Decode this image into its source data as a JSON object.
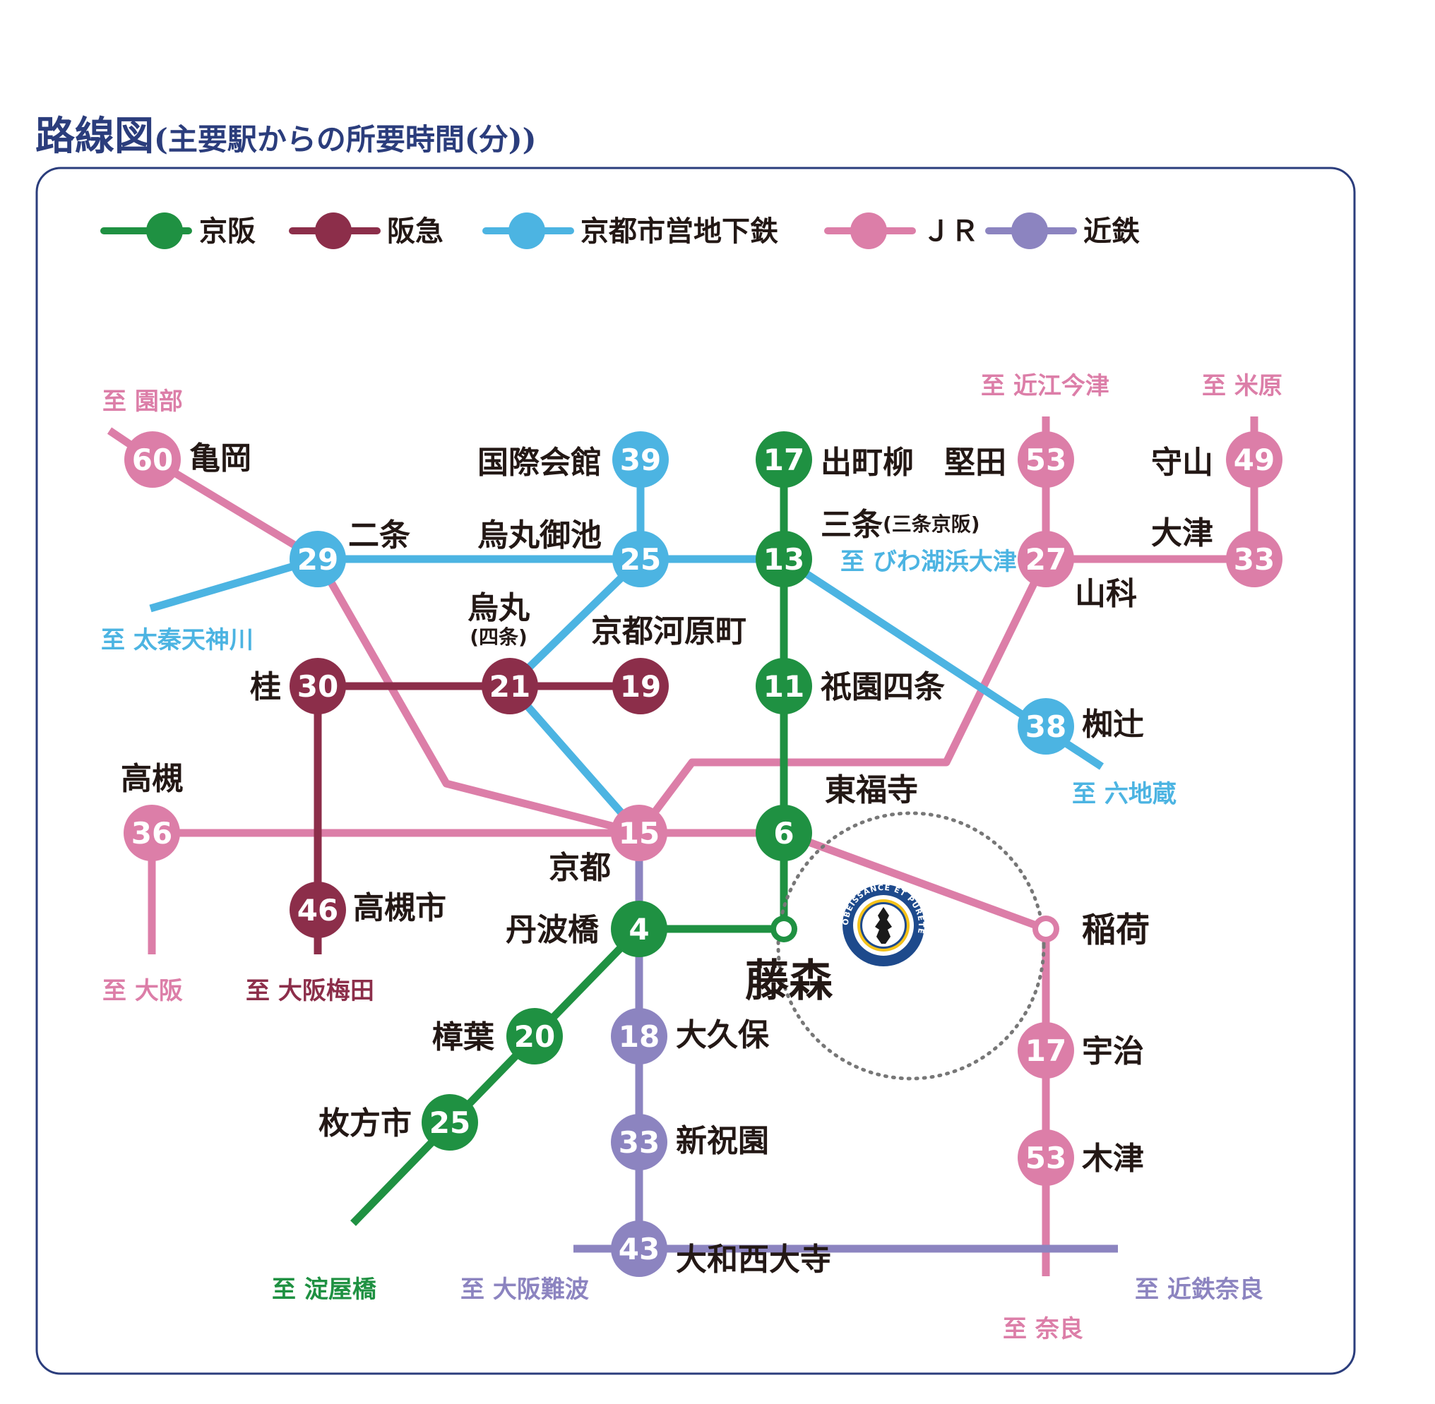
{
  "title": {
    "main": "路線図",
    "sub": "(主要駅からの所要時間(分))"
  },
  "colors": {
    "keihan": "#1f9142",
    "hankyu": "#8c2e4a",
    "subway": "#4cb4e2",
    "jr": "#dc7ea8",
    "kintetsu": "#8c84c0",
    "frame": "#2b3d7c",
    "text": "#231815"
  },
  "legend": [
    {
      "line": "keihan",
      "label": "京阪"
    },
    {
      "line": "hankyu",
      "label": "阪急"
    },
    {
      "line": "subway",
      "label": "京都市営地下鉄"
    },
    {
      "line": "jr",
      "label": "ＪＲ"
    },
    {
      "line": "kintetsu",
      "label": "近鉄"
    }
  ],
  "stations": [
    {
      "name": "亀岡",
      "minutes": "60",
      "line": "jr"
    },
    {
      "name": "二条",
      "minutes": "29",
      "line": "subway"
    },
    {
      "name": "国際会館",
      "minutes": "39",
      "line": "subway"
    },
    {
      "name": "烏丸御池",
      "minutes": "25",
      "line": "subway"
    },
    {
      "name": "出町柳",
      "minutes": "17",
      "line": "keihan"
    },
    {
      "name": "三条",
      "name_note": "(三条京阪)",
      "minutes": "13",
      "line": "keihan"
    },
    {
      "name": "堅田",
      "minutes": "53",
      "line": "jr"
    },
    {
      "name": "山科",
      "minutes": "27",
      "line": "jr"
    },
    {
      "name": "守山",
      "minutes": "49",
      "line": "jr"
    },
    {
      "name": "大津",
      "minutes": "33",
      "line": "jr"
    },
    {
      "name": "桂",
      "minutes": "30",
      "line": "hankyu"
    },
    {
      "name": "烏丸",
      "name_note": "(四条)",
      "minutes": "21",
      "line": "hankyu"
    },
    {
      "name": "京都河原町",
      "minutes": "19",
      "line": "hankyu"
    },
    {
      "name": "祇園四条",
      "minutes": "11",
      "line": "keihan"
    },
    {
      "name": "椥辻",
      "minutes": "38",
      "line": "subway"
    },
    {
      "name": "高槻",
      "minutes": "36",
      "line": "jr"
    },
    {
      "name": "京都",
      "minutes": "15",
      "line": "jr"
    },
    {
      "name": "東福寺",
      "minutes": "6",
      "line": "keihan"
    },
    {
      "name": "高槻市",
      "minutes": "46",
      "line": "hankyu"
    },
    {
      "name": "丹波橋",
      "minutes": "4",
      "line": "keihan"
    },
    {
      "name": "藤森",
      "minutes": "",
      "line": "keihan"
    },
    {
      "name": "稲荷",
      "minutes": "",
      "line": "jr"
    },
    {
      "name": "樟葉",
      "minutes": "20",
      "line": "keihan"
    },
    {
      "name": "大久保",
      "minutes": "18",
      "line": "kintetsu"
    },
    {
      "name": "宇治",
      "minutes": "17",
      "line": "jr"
    },
    {
      "name": "枚方市",
      "minutes": "25",
      "line": "keihan"
    },
    {
      "name": "新祝園",
      "minutes": "33",
      "line": "kintetsu"
    },
    {
      "name": "木津",
      "minutes": "53",
      "line": "jr"
    },
    {
      "name": "大和西大寺",
      "minutes": "43",
      "line": "kintetsu"
    }
  ],
  "destinations": [
    {
      "text": "至 園部",
      "line": "jr"
    },
    {
      "text": "至 近江今津",
      "line": "jr"
    },
    {
      "text": "至 米原",
      "line": "jr"
    },
    {
      "text": "至 太秦天神川",
      "line": "subway"
    },
    {
      "text": "至 びわ湖浜大津",
      "line": "subway"
    },
    {
      "text": "至 六地蔵",
      "line": "subway"
    },
    {
      "text": "至 大阪",
      "line": "jr"
    },
    {
      "text": "至 大阪梅田",
      "line": "hankyu"
    },
    {
      "text": "至 淀屋橋",
      "line": "keihan"
    },
    {
      "text": "至 大阪難波",
      "line": "kintetsu"
    },
    {
      "text": "至 近鉄奈良",
      "line": "kintetsu"
    },
    {
      "text": "至 奈良",
      "line": "jr"
    }
  ],
  "emblem": {
    "motto": "OBEISSANCE ET PURETE",
    "colors": {
      "ring": "#1e4a8c",
      "inner": "#f4c21a",
      "symbol": "#1a1a1a"
    }
  }
}
